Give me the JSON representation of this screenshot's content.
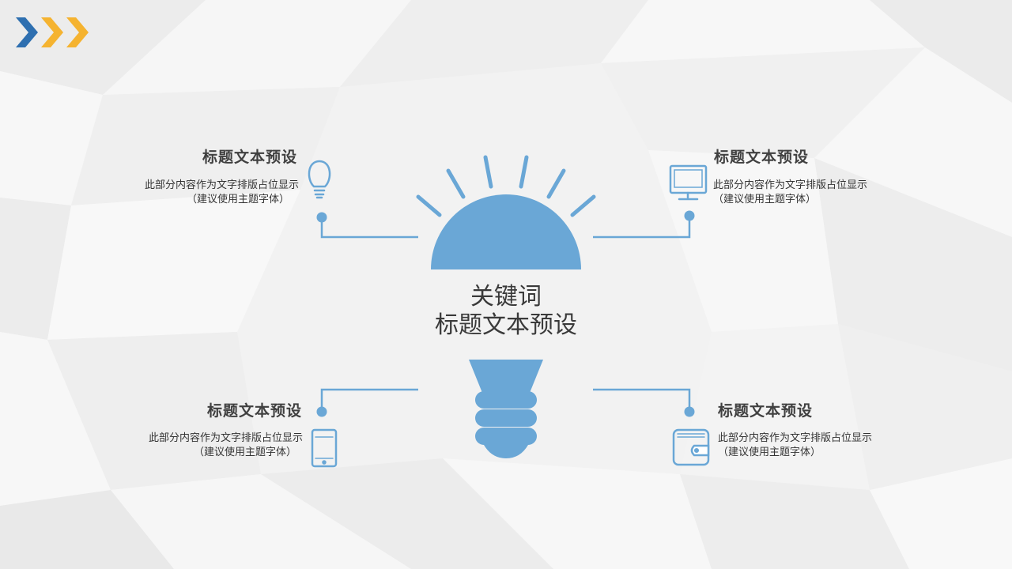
{
  "center": {
    "keyword": "关键词",
    "title": "标题文本预设"
  },
  "blocks": [
    {
      "id": "top-left",
      "heading": "标题文本预设",
      "desc1": "此部分内容作为文字排版占位显示",
      "desc2": "（建议使用主题字体）",
      "icon": "lightbulb-icon"
    },
    {
      "id": "top-right",
      "heading": "标题文本预设",
      "desc1": "此部分内容作为文字排版占位显示",
      "desc2": "（建议使用主题字体）",
      "icon": "monitor-icon"
    },
    {
      "id": "bottom-left",
      "heading": "标题文本预设",
      "desc1": "此部分内容作为文字排版占位显示",
      "desc2": "（建议使用主题字体）",
      "icon": "tablet-icon"
    },
    {
      "id": "bottom-right",
      "heading": "标题文本预设",
      "desc1": "此部分内容作为文字排版占位显示",
      "desc2": "（建议使用主题字体）",
      "icon": "wallet-icon"
    }
  ],
  "colors": {
    "accent_blue": "#6aa7d6",
    "chevron_blue": "#2e6fb0",
    "chevron_orange": "#f5b330",
    "text": "#404040"
  }
}
